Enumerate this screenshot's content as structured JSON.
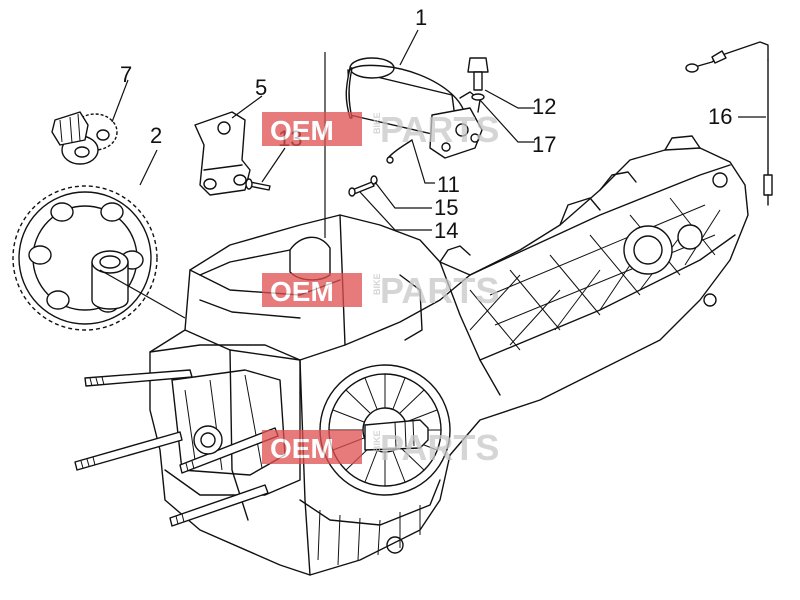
{
  "watermark": {
    "brand_left": "OEM",
    "brand_small": "BIKE",
    "brand_right": "PARTS",
    "colors": {
      "badge": "#e05050",
      "text_grey": "#c8c8c8"
    }
  },
  "callouts": [
    {
      "id": "1",
      "label": "1"
    },
    {
      "id": "2",
      "label": "2"
    },
    {
      "id": "5",
      "label": "5"
    },
    {
      "id": "7",
      "label": "7"
    },
    {
      "id": "11",
      "label": "11"
    },
    {
      "id": "12",
      "label": "12"
    },
    {
      "id": "13",
      "label": "13"
    },
    {
      "id": "14",
      "label": "14"
    },
    {
      "id": "15",
      "label": "15"
    },
    {
      "id": "16",
      "label": "16"
    },
    {
      "id": "17",
      "label": "17"
    }
  ]
}
